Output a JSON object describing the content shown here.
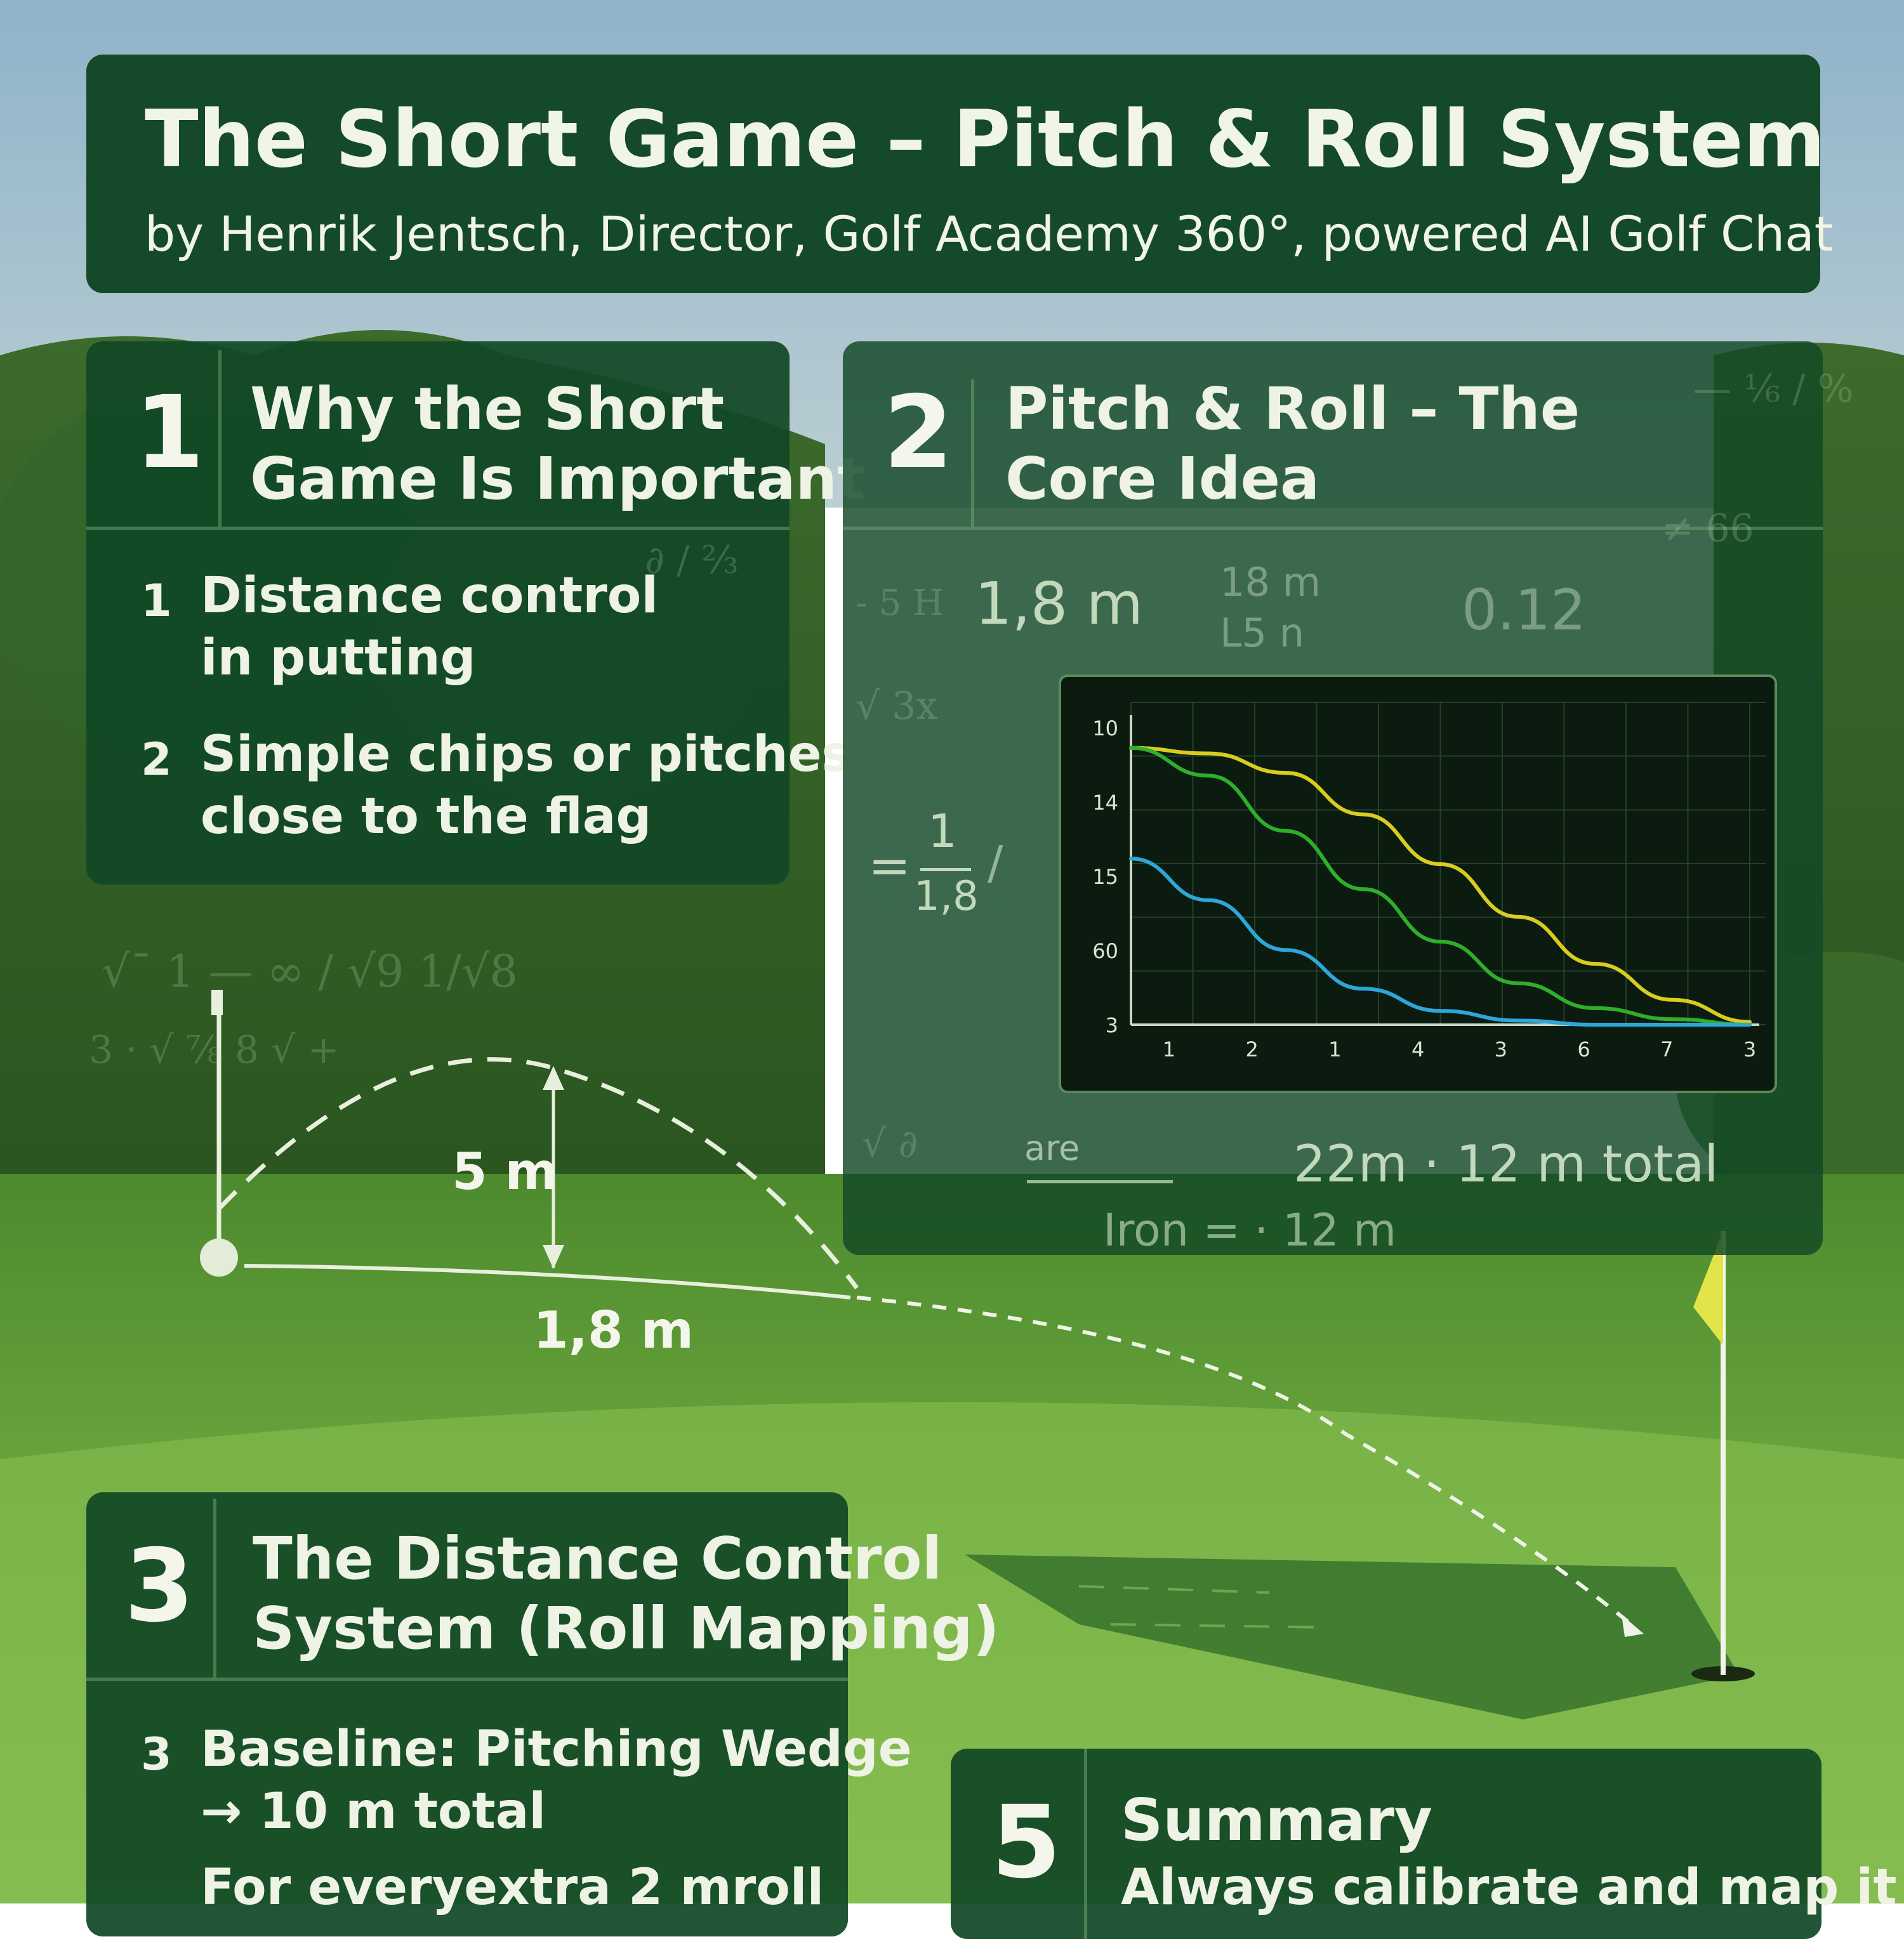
{
  "header": {
    "title": "The Short Game – Pitch & Roll System",
    "subtitle": "by Henrik Jentsch, Director, Golf Academy 360°, powered AI Golf Chat"
  },
  "section1": {
    "number": "1",
    "title_lines": [
      "Why the Short",
      "Game Is Important"
    ],
    "items": [
      {
        "num": "1",
        "lines": [
          "Distance control",
          "in putting"
        ]
      },
      {
        "num": "2",
        "lines": [
          "Simple chips or pitches",
          "close to the flag"
        ]
      }
    ]
  },
  "section2": {
    "number": "2",
    "title_lines": [
      "Pitch & Roll – The",
      "Core Idea"
    ],
    "top_value": "1,8 m",
    "top_value2_lines": [
      "18 m",
      "L5 n"
    ],
    "top_value3": "0.12",
    "fraction_num": "1",
    "fraction_den": "1,8",
    "formula1": "22m · 12 m total",
    "formula1_prefix": "are",
    "formula2": "Iron = · 12 m"
  },
  "diagram": {
    "height_label": "5 m",
    "distance_label": "1,8 m"
  },
  "section3": {
    "number": "3",
    "title_lines": [
      "The Distance Control",
      "System (Roll Mapping)"
    ],
    "items": [
      {
        "num": "3",
        "lines": [
          "Baseline: Pitching Wedge",
          "→ 10 m total"
        ]
      },
      {
        "num": "",
        "lines": [
          "For everyextra 2 mroll"
        ]
      }
    ]
  },
  "section5": {
    "number": "5",
    "title": "Summary",
    "text": "Always calibrate and map it"
  },
  "colors": {
    "panel": "#114826",
    "chart_bg": "#0b1b10",
    "line_yellow": "#d8cc1e",
    "line_green": "#2fae2c",
    "line_blue": "#2ea6d8",
    "flag": "#e2e44a"
  },
  "chart_data": {
    "type": "line",
    "x_tick_labels": [
      "1",
      "2",
      "1",
      "4",
      "3",
      "6",
      "7",
      "3"
    ],
    "y_tick_labels": [
      "10",
      "14",
      "15",
      "60",
      "3"
    ],
    "x": [
      0,
      1,
      2,
      3,
      4,
      5,
      6,
      7,
      8
    ],
    "series": [
      {
        "color": "#d8cc1e",
        "values": [
          10,
          9.8,
          9.1,
          7.6,
          5.8,
          3.9,
          2.2,
          0.9,
          0.1
        ]
      },
      {
        "color": "#2fae2c",
        "values": [
          10,
          9.0,
          7.0,
          4.9,
          3.0,
          1.5,
          0.6,
          0.2,
          0.0
        ]
      },
      {
        "color": "#2ea6d8",
        "values": [
          6,
          4.5,
          2.7,
          1.3,
          0.5,
          0.15,
          0.0,
          0.0,
          0.0
        ]
      }
    ],
    "ylim": [
      0,
      10.5
    ],
    "grid": true
  }
}
